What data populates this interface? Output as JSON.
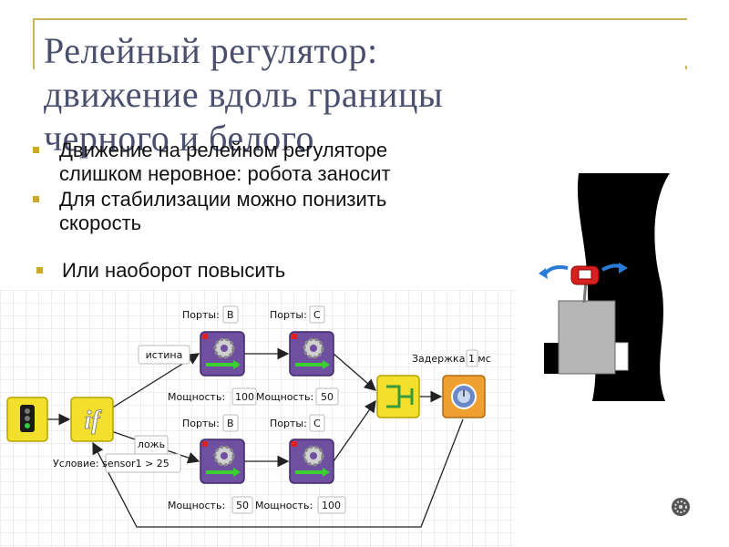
{
  "slide": {
    "title_lines": [
      "Релейный регулятор:",
      "движение вдоль границы",
      "черного и белого"
    ],
    "bullets": [
      "Движение на релейном регуляторе\nслишком неровное: робота заносит",
      "Для стабилизации можно понизить\nскорость",
      "Или наоборот повысить"
    ]
  },
  "diagram": {
    "true_label": "истина",
    "false_label": "ложь",
    "condition_label": "Условие: sensor1 > 25",
    "delay_label": "Задержка 1 мс",
    "blocks_top": [
      {
        "ports_label": "Порты:",
        "port": "B",
        "power_label": "Мощность:",
        "power": "100"
      },
      {
        "ports_label": "Порты:",
        "port": "C",
        "power_label": "Мощность:",
        "power": "50"
      }
    ],
    "blocks_bottom": [
      {
        "ports_label": "Порты:",
        "port": "B",
        "power_label": "Мощность:",
        "power": "50"
      },
      {
        "ports_label": "Порты:",
        "port": "C",
        "power_label": "Мощность:",
        "power": "100"
      }
    ],
    "if_icon_text": "if"
  },
  "colors": {
    "title": "#4a4f6e",
    "accent_line": "#c9b45a",
    "bullet": "#c9a92a",
    "block_yellow": "#f3e02c",
    "block_purple": "#6f4fa0",
    "block_orange": "#f0a030"
  }
}
